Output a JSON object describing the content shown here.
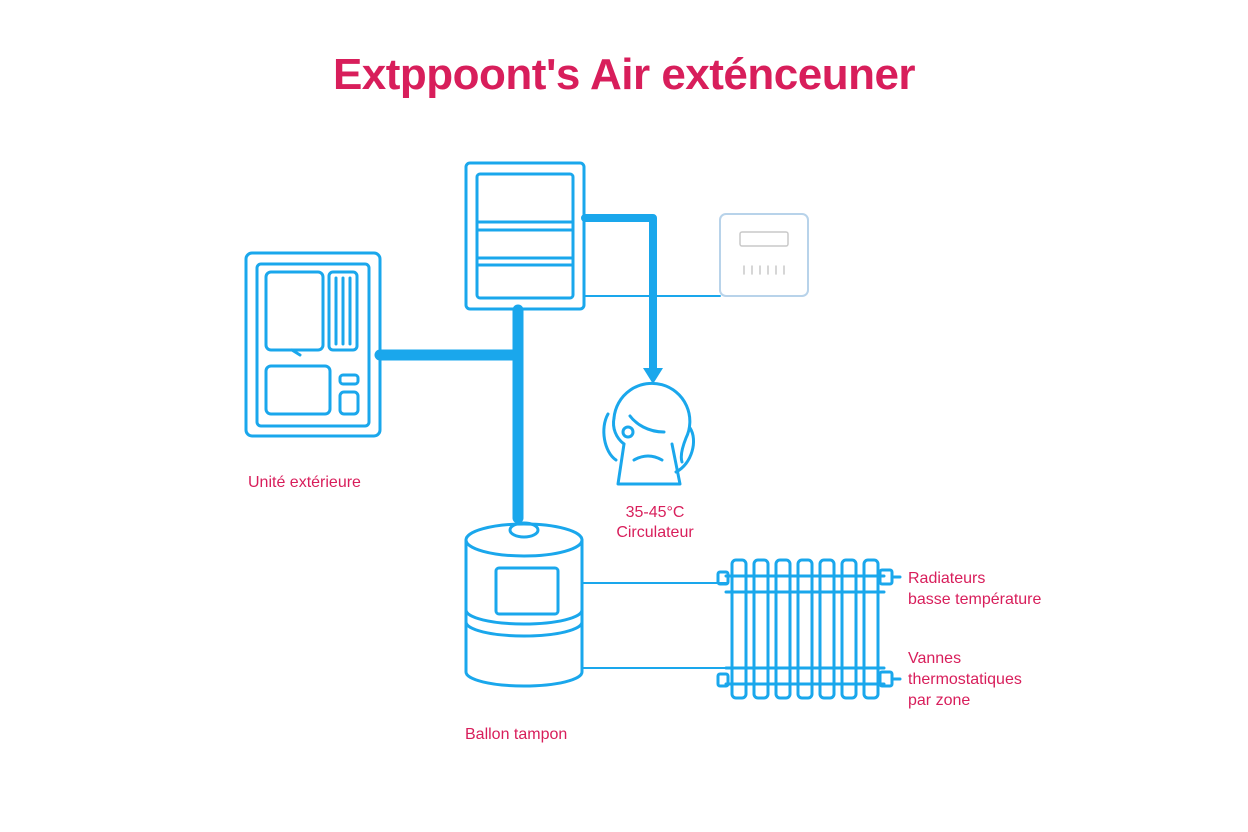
{
  "title": "Extppoont's Air exténceuner",
  "colors": {
    "accent": "#d81e5b",
    "line": "#1aa7ec"
  },
  "labels": {
    "outdoor_unit": "Unité extérieure",
    "temperature": "35-45°C",
    "circulator": "Circulateur",
    "buffer_tank": "Ballon tampon",
    "radiators_line1": "Radiateurs",
    "radiators_line2": "basse température",
    "valves_line1": "Vannes",
    "valves_line2": "thermostatiques",
    "valves_line3": "par zone"
  },
  "icons": [
    "outdoor-unit-icon",
    "indoor-module-icon",
    "thermostat-icon",
    "circulator-pump-icon",
    "buffer-tank-icon",
    "radiator-icon"
  ]
}
